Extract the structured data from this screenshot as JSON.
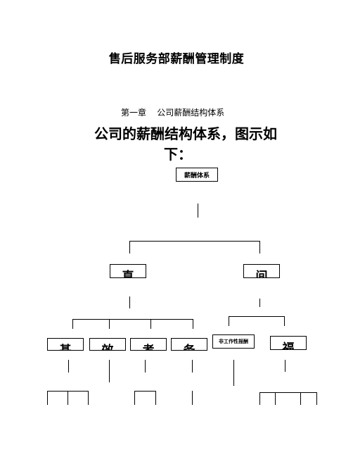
{
  "document": {
    "title": "售后服务部薪酬管理制度",
    "chapter_heading": "第一章    公司薪酬结构体系",
    "intro_line1": "公司的薪酬结构体系，图示如",
    "intro_line2": "下："
  },
  "org_chart": {
    "root": "薪酬体系",
    "level1": [
      "直",
      "间"
    ],
    "level2_direct": [
      "基",
      "效",
      "考",
      "务"
    ],
    "level2_indirect": [
      "非工作性报酬",
      "福"
    ]
  }
}
